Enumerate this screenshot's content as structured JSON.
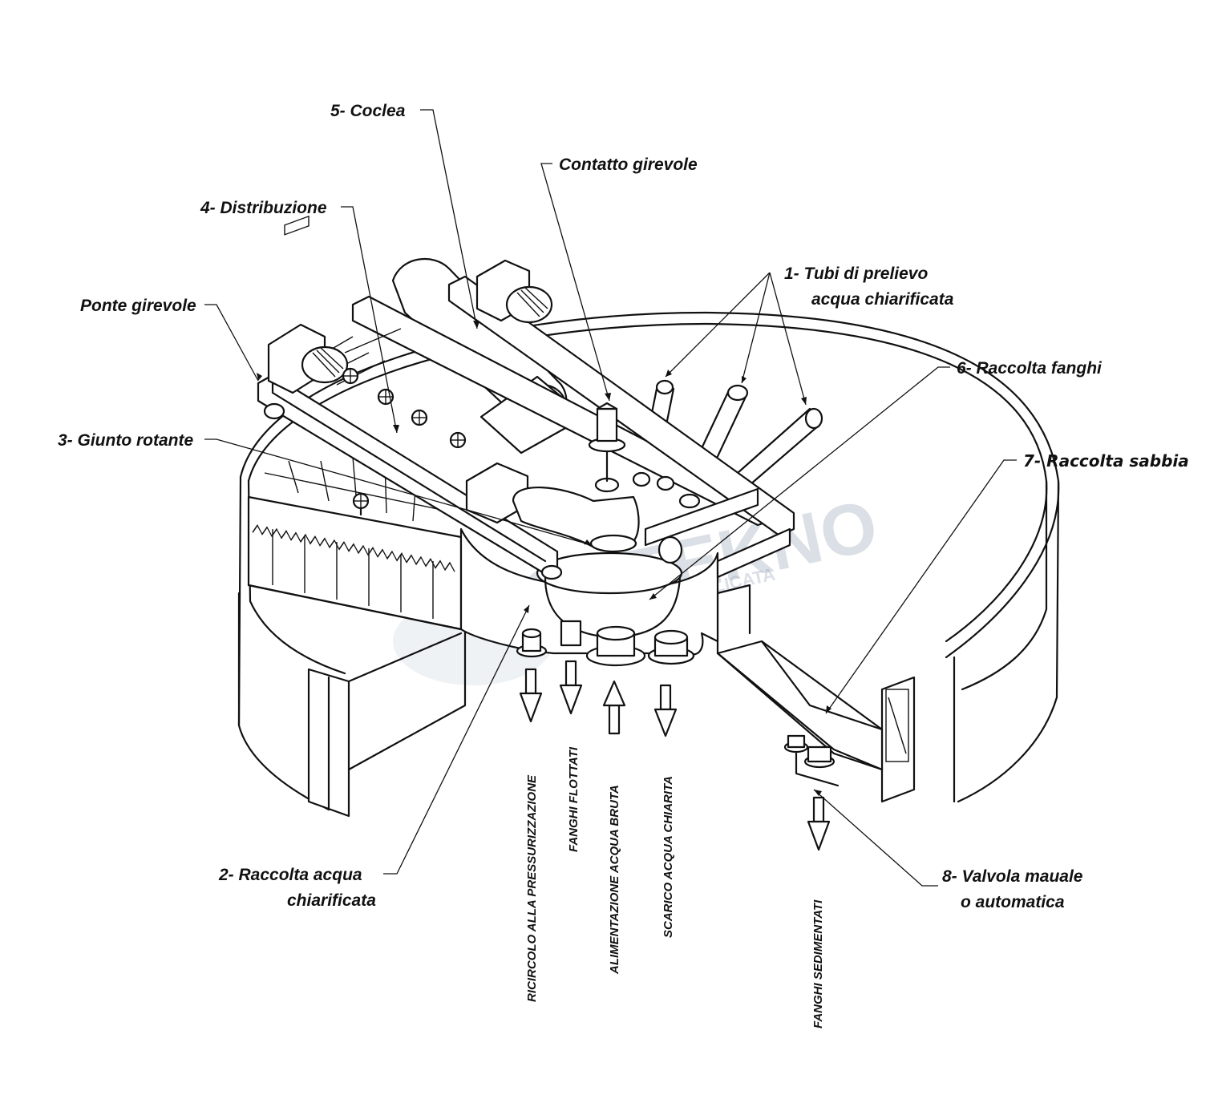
{
  "labels": {
    "coclea": "5-  Coclea",
    "contatto": "Contatto girevole",
    "distribuzione": "4-  Distribuzione",
    "ponte": "Ponte girevole",
    "tubi_line1": "1- Tubi di prelievo",
    "tubi_line2": "acqua chiarificata",
    "fanghi": "6-  Raccolta fanghi",
    "giunto": "3- Giunto rotante",
    "sabbia": "7-  Raccolta sabbia",
    "raccolta_acqua_line1": "2-  Raccolta acqua",
    "raccolta_acqua_line2": "chiarificata",
    "valvola_line1": "8- Valvola mauale",
    "valvola_line2": "o automatica"
  },
  "flows": {
    "ricircolo": "RICIRCOLO ALLA PRESSURIZZAZIONE",
    "flottati": "FANGHI FLOTTATI",
    "alimentazione": "ALIMENTAZIONE ACQUA BRUTA",
    "scarico": "SCARICO ACQUA CHIARITA",
    "sedimentati": "FANGHI SEDIMENTATI"
  },
  "watermark": {
    "brand": "ECOTEKNO",
    "tagline": "TECNOLOGIA APPLICATA"
  },
  "colors": {
    "line": "#111111",
    "background": "#ffffff",
    "watermark": "#9aa6b8"
  }
}
